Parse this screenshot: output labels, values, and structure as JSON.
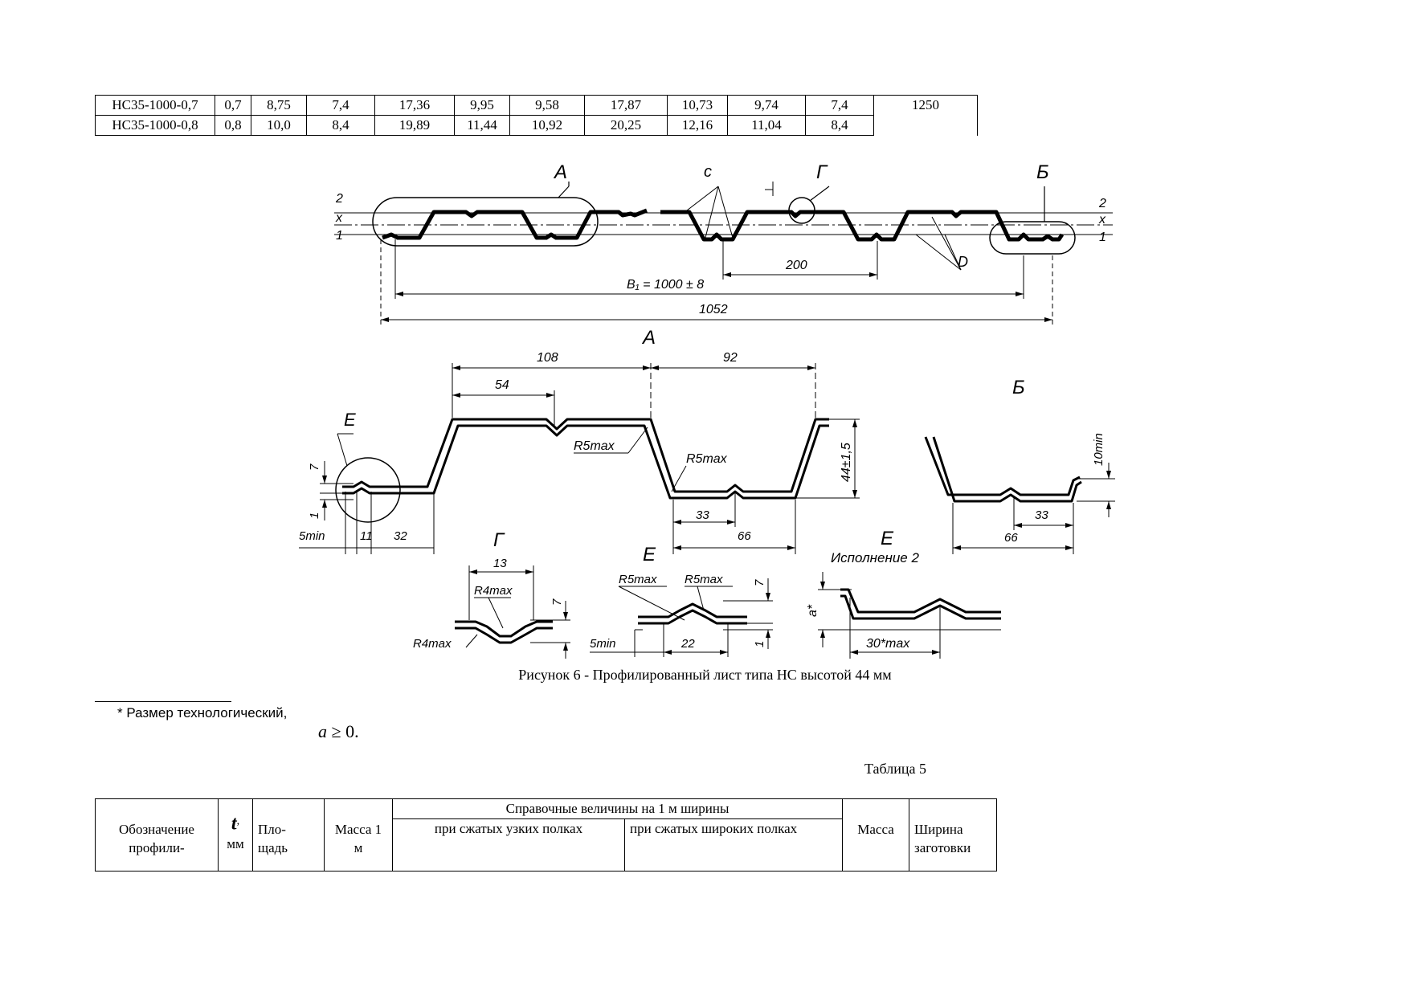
{
  "top_table": {
    "rows": [
      [
        "НС35-1000-0,7",
        "0,7",
        "8,75",
        "7,4",
        "17,36",
        "9,95",
        "9,58",
        "17,87",
        "10,73",
        "9,74",
        "7,4"
      ],
      [
        "НС35-1000-0,8",
        "0,8",
        "10,0",
        "8,4",
        "19,89",
        "11,44",
        "10,92",
        "20,25",
        "12,16",
        "11,04",
        "8,4"
      ]
    ],
    "blank_width": "1250"
  },
  "figure": {
    "main": {
      "label_A": "А",
      "label_c": "с",
      "label_G": "Г",
      "label_B": "Б",
      "label_D": "D",
      "level_2": "2",
      "level_x": "x",
      "level_1": "1",
      "dim_200": "200",
      "dim_B1": "B₁ = 1000 ± 8",
      "dim_1052": "1052"
    },
    "detail_A": {
      "title": "А",
      "dim_108": "108",
      "dim_92": "92",
      "dim_54": "54",
      "label_E": "E",
      "r5max_1": "R5max",
      "r5max_2": "R5max",
      "dim_44": "44±1,5",
      "dim_7": "7",
      "dim_1": "1",
      "dim_5min": "5min",
      "dim_11": "11",
      "dim_32": "32",
      "dim_33": "33",
      "dim_66": "66"
    },
    "detail_B": {
      "title": "Б",
      "dim_10min": "10min",
      "dim_66": "66",
      "dim_33": "33"
    },
    "detail_G": {
      "title": "Г",
      "dim_13": "13",
      "r4max_top": "R4max",
      "r4max_bottom": "R4max",
      "dim_7": "7"
    },
    "detail_E": {
      "title": "E",
      "r5max_1": "R5max",
      "r5max_2": "R5max",
      "dim_7": "7",
      "dim_1": "1",
      "dim_5min": "5min",
      "dim_22": "22"
    },
    "detail_E2": {
      "title": "E",
      "subtitle": "Исполнение 2",
      "a_star": "a*",
      "dim_30": "30*max"
    }
  },
  "caption": "Рисунок 6 - Профилированный лист типа НС высотой 44 мм",
  "footnote": "* Размер технологический,",
  "formula": {
    "var": "a",
    "rest": " ≥ 0."
  },
  "table5": {
    "title": "Таблица 5",
    "group_header": "Справочные величины на 1 м ширины",
    "col_designation": "Обозначение профили-",
    "col_t": "t",
    "col_t_comma": ",",
    "col_t_unit": "мм",
    "col_area": "Пло- щадь",
    "col_mass": "Масса 1 м",
    "sub_narrow": "при сжатых узких полках",
    "sub_wide": "при сжатых широких полках",
    "col_mass2": "Масса",
    "col_width": "Ширина заготовки"
  }
}
